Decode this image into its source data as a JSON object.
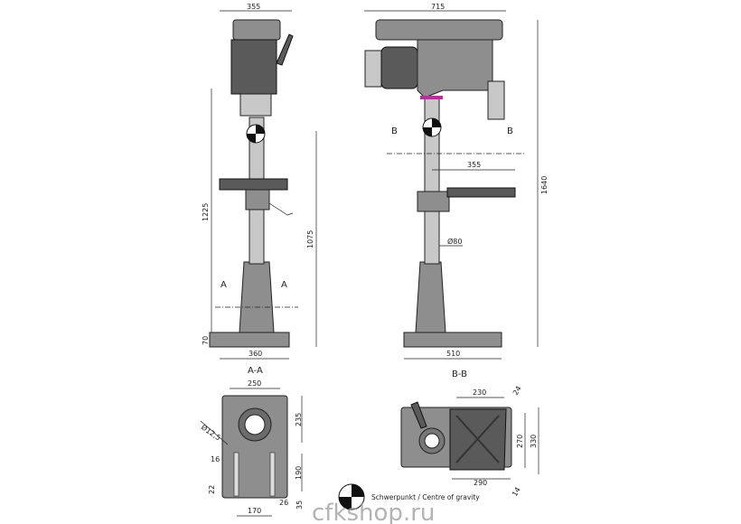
{
  "title": "Drill press dimension drawing",
  "front_view": {
    "width_top": "355",
    "height_table": "1225",
    "height_spindle": "1075",
    "base_height": "70",
    "base_width": "360",
    "section_mark_left": "A",
    "section_mark_right": "A"
  },
  "side_view": {
    "width_top": "715",
    "total_height": "1640",
    "table_reach": "355",
    "column_diameter": "Ø80",
    "base_width": "510",
    "section_mark_left": "B",
    "section_mark_right": "B"
  },
  "section_a": {
    "title": "A-A",
    "width": "250",
    "depth_to_holes": "235",
    "hole_diameter": "Ø12,5",
    "slot_width": "16",
    "slot_length": "190",
    "slot_offset": "22",
    "slot_spacing": "170",
    "slot_gap": "26",
    "edge_offset": "35"
  },
  "section_b": {
    "title": "B-B",
    "table_width": "230",
    "corner_top": "24",
    "slot_span": "270",
    "table_depth": "330",
    "table_length": "290",
    "corner_bottom": "14"
  },
  "legend": {
    "icon": "centre-of-gravity-icon",
    "label": "Schwerpunkt / Centre of gravity"
  },
  "watermark": "cfkshop.ru"
}
